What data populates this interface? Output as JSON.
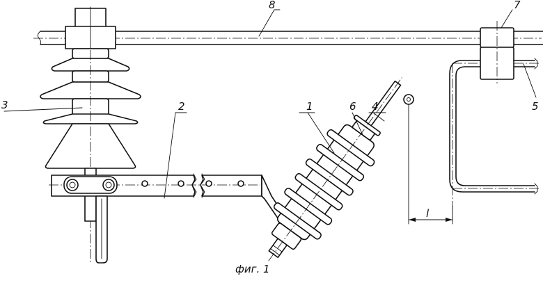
{
  "labels": {
    "p1": "1",
    "p2": "2",
    "p3": "3",
    "p4": "4",
    "p5": "5",
    "p6": "6",
    "p7": "7",
    "p8": "8",
    "dim_l": "l"
  },
  "caption": "фиг. 1"
}
